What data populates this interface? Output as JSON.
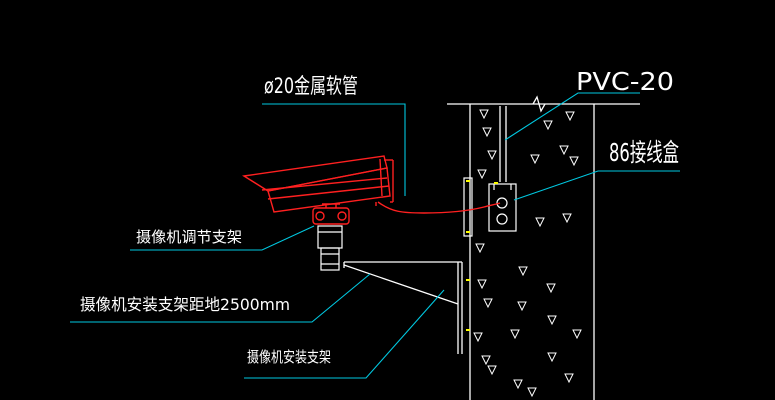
{
  "labels": {
    "metal_hose": "ø20金属软管",
    "pvc_conduit": "PVC-20",
    "junction_box": "86接线盒",
    "adjust_bracket": "摄像机调节支架",
    "mount_height": "摄像机安装支架距地2500mm",
    "mount_bracket": "摄像机安装支架"
  },
  "colors": {
    "background": "#000000",
    "leader": "#00c8e0",
    "wall": "#ffffff",
    "camera": "#ff2020",
    "fixing": "#ffff00"
  }
}
